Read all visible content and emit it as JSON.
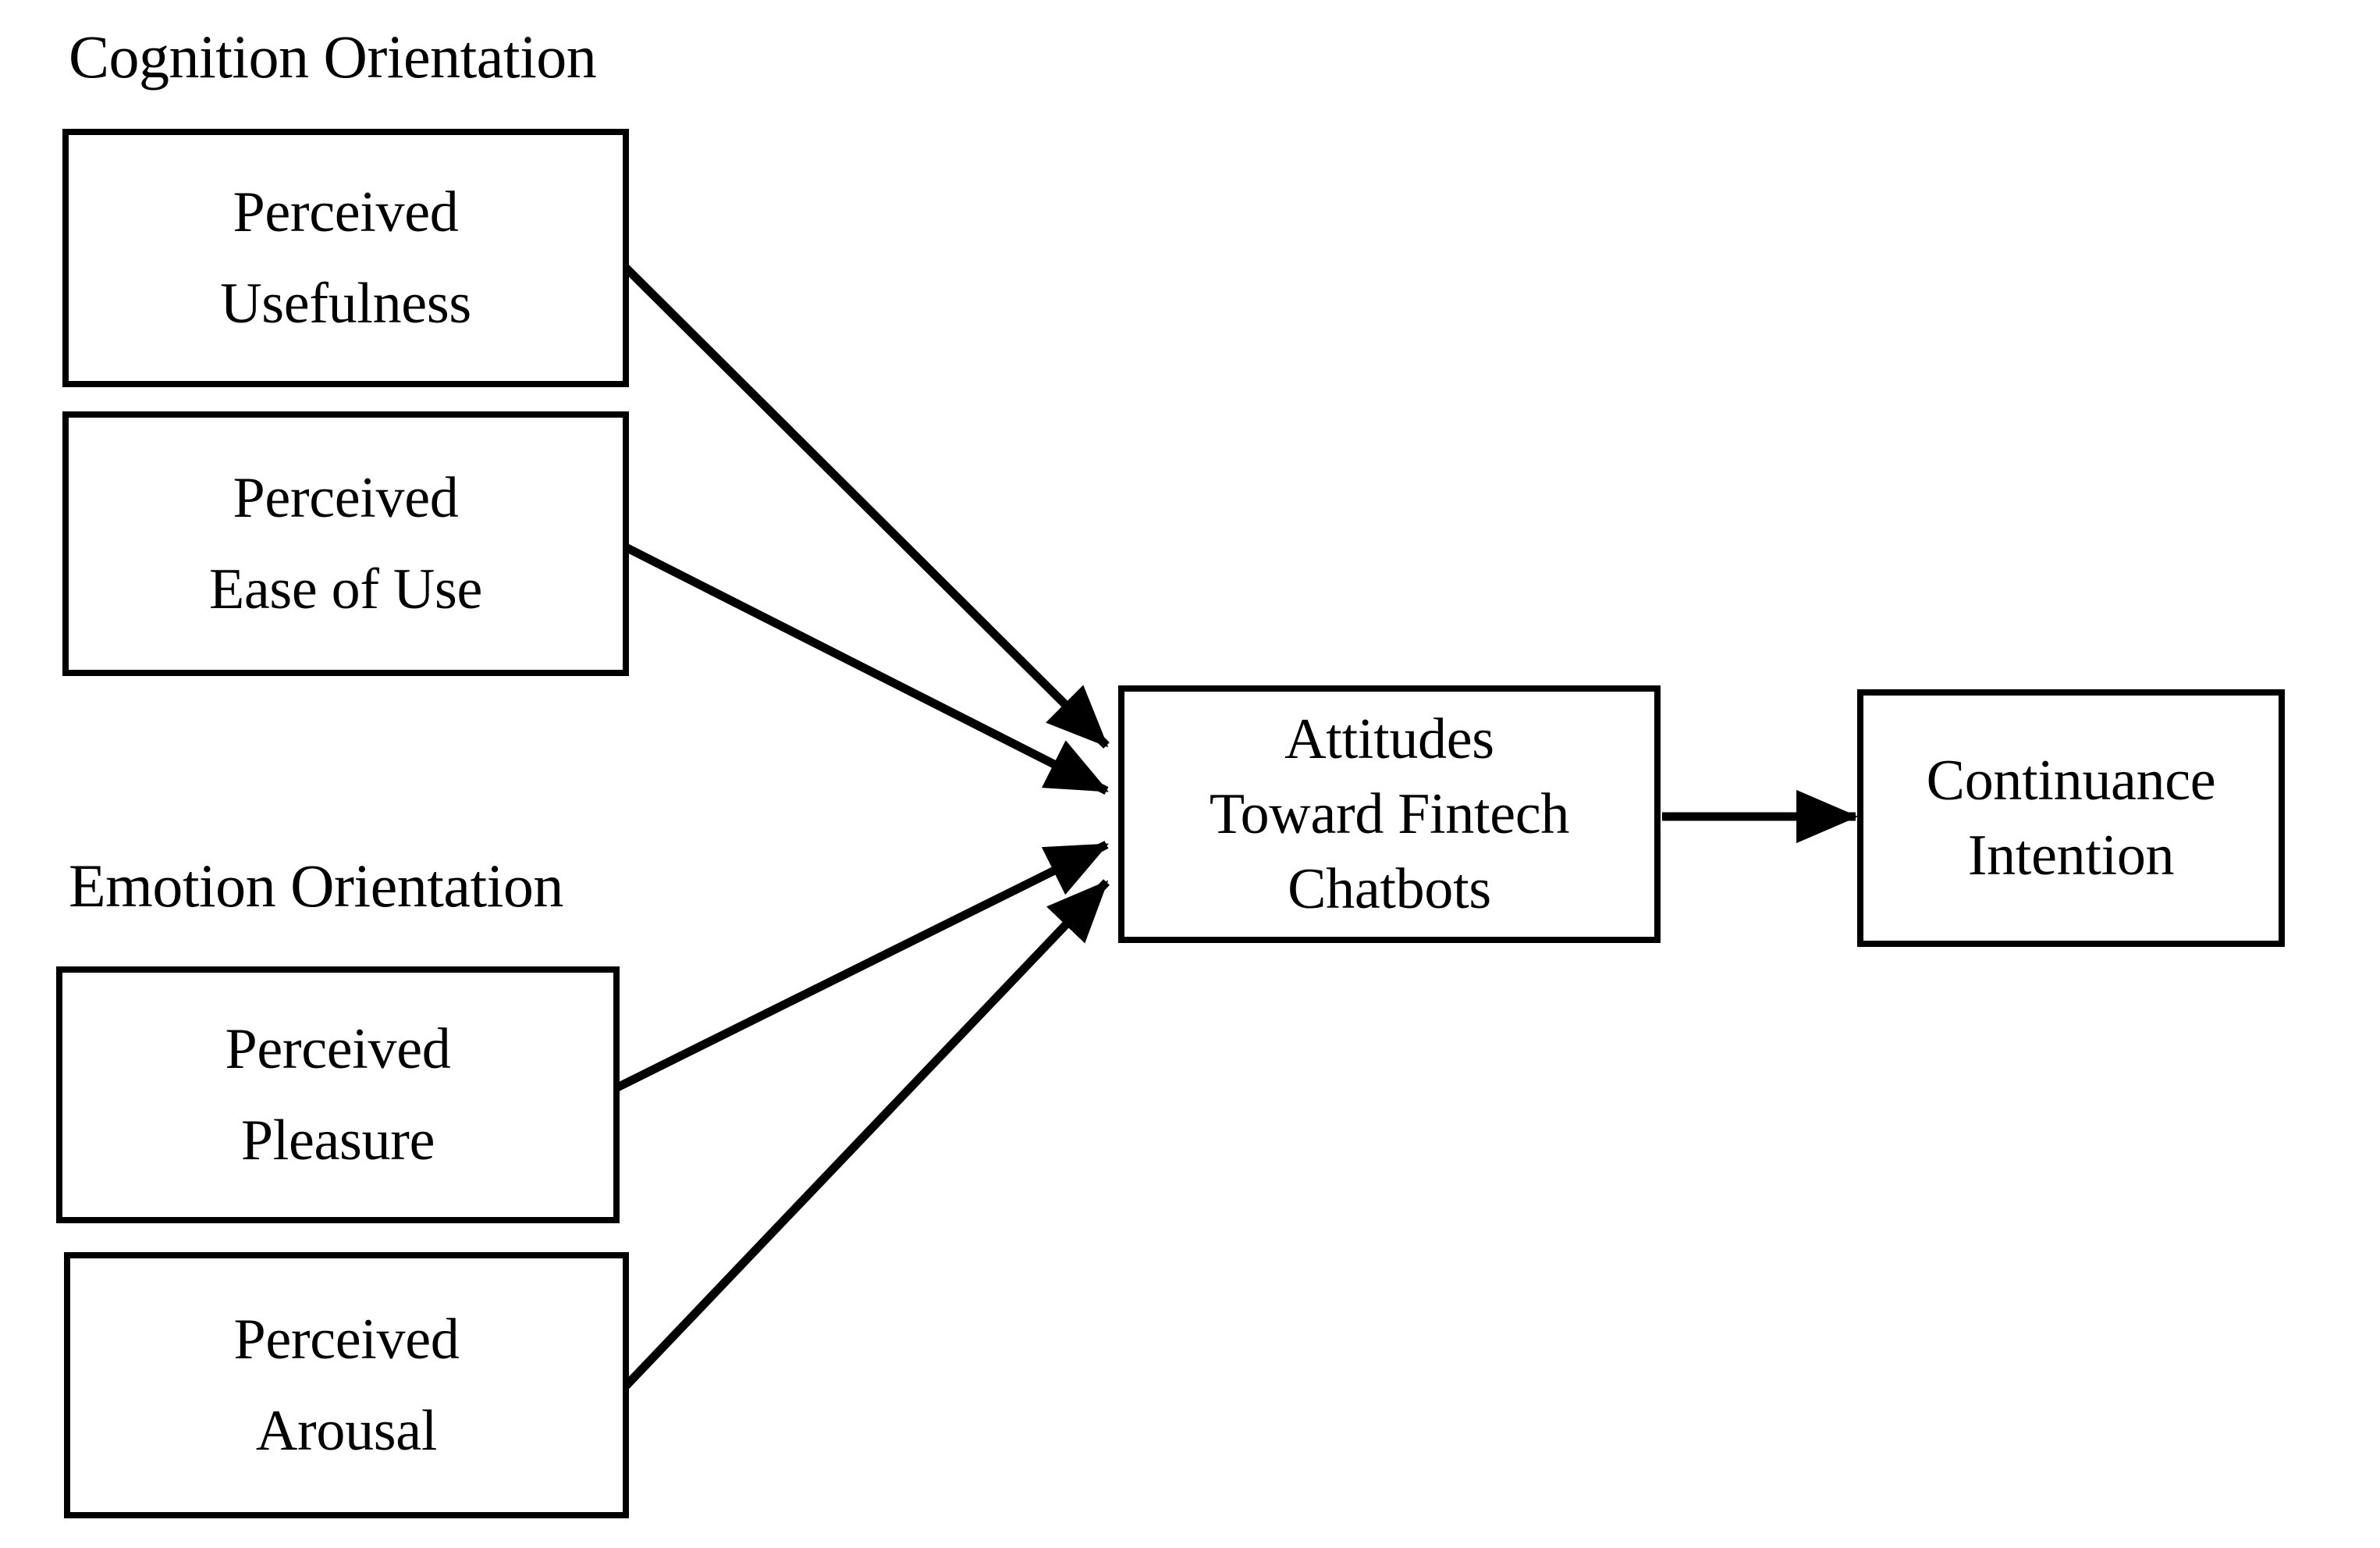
{
  "diagram": {
    "title_text_present": false,
    "background_color": "#ffffff",
    "line_color": "#000000",
    "text_color": "#000000",
    "group_labels": [
      {
        "id": "cognition",
        "text": "Cognition Orientation"
      },
      {
        "id": "emotion",
        "text": "Emotion Orientation"
      }
    ],
    "nodes": [
      {
        "id": "perceived-usefulness",
        "text": "Perceived\nUsefulness"
      },
      {
        "id": "perceived-ease-of-use",
        "text": "Perceived\nEase of Use"
      },
      {
        "id": "perceived-pleasure",
        "text": "Perceived\nPleasure"
      },
      {
        "id": "perceived-arousal",
        "text": "Perceived\nArousal"
      },
      {
        "id": "attitudes-toward-fintech-chatbots",
        "text": "Attitudes\nToward Fintech\nChatbots"
      },
      {
        "id": "continuance-intention",
        "text": "Continuance\nIntention"
      }
    ],
    "edges": [
      {
        "id": "pu-to-attitudes",
        "from": "perceived-usefulness",
        "to": "attitudes-toward-fintech-chatbots",
        "style": "solid-arrow"
      },
      {
        "id": "peou-to-attitudes",
        "from": "perceived-ease-of-use",
        "to": "attitudes-toward-fintech-chatbots",
        "style": "solid-arrow"
      },
      {
        "id": "pp-to-attitudes",
        "from": "perceived-pleasure",
        "to": "attitudes-toward-fintech-chatbots",
        "style": "solid-arrow"
      },
      {
        "id": "pa-to-attitudes",
        "from": "perceived-arousal",
        "to": "attitudes-toward-fintech-chatbots",
        "style": "solid-arrow"
      },
      {
        "id": "attitudes-to-continuance",
        "from": "attitudes-toward-fintech-chatbots",
        "to": "continuance-intention",
        "style": "solid-arrow"
      }
    ]
  }
}
